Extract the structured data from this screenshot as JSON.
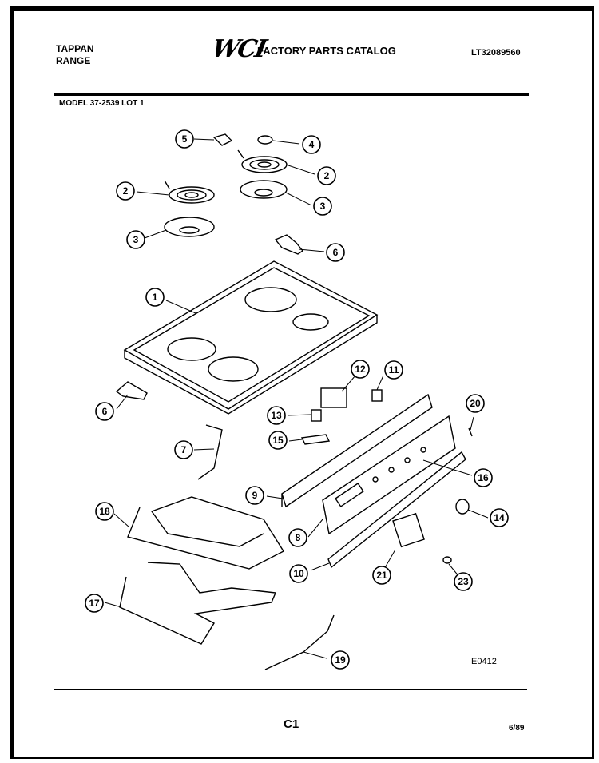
{
  "header": {
    "brand_line1": "TAPPAN",
    "brand_line2": "RANGE",
    "logo": "WCI",
    "catalog_title": "FACTORY PARTS CATALOG",
    "doc_id": "LT32089560",
    "model": "MODEL 37-2539 LOT 1"
  },
  "callouts": [
    {
      "label": "1"
    },
    {
      "label": "2"
    },
    {
      "label": "2"
    },
    {
      "label": "3"
    },
    {
      "label": "3"
    },
    {
      "label": "4"
    },
    {
      "label": "5"
    },
    {
      "label": "6"
    },
    {
      "label": "6"
    },
    {
      "label": "7"
    },
    {
      "label": "8"
    },
    {
      "label": "9"
    },
    {
      "label": "10"
    },
    {
      "label": "11"
    },
    {
      "label": "12"
    },
    {
      "label": "13"
    },
    {
      "label": "14"
    },
    {
      "label": "15"
    },
    {
      "label": "16"
    },
    {
      "label": "17"
    },
    {
      "label": "18"
    },
    {
      "label": "19"
    },
    {
      "label": "20"
    },
    {
      "label": "21"
    },
    {
      "label": "23"
    }
  ],
  "footer": {
    "drawing_code": "E0412",
    "page": "C1",
    "date": "6/89"
  }
}
